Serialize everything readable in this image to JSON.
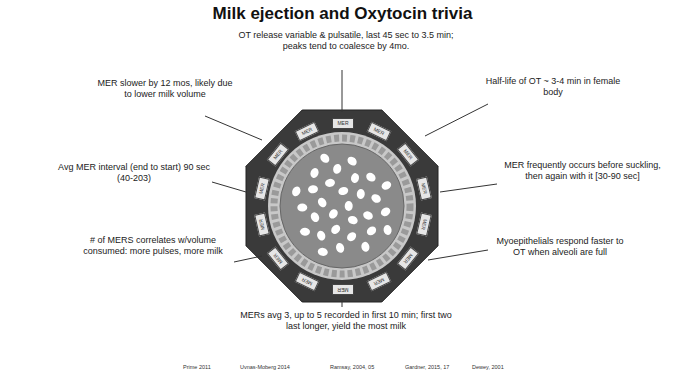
{
  "diagram": {
    "title": "Milk ejection and Oxytocin trivia",
    "labels": [
      "OT release variable & pulsatile, last 45 sec to 3.5 min; peaks tend to coalesce by 4mo.",
      "MER slower by 12 mos, likely due to lower milk volume",
      "Half-life of OT ~ 3-4 min in female body",
      "Avg MER interval (end to start) 90 sec (40-203)",
      "MER frequently occurs before suckling, then again with it [30-90 sec]",
      "# of MERS correlates w/volume consumed: more pulses, more milk",
      "Myoepithelials respond faster to OT when alveoli are full",
      "MERs avg 3, up to 5 recorded in first 10 min; first two last longer, yield the most milk",
      "MER",
      "MER",
      "MER",
      "MER",
      "MER",
      "MER",
      "MER",
      "MER",
      "MER",
      "MER",
      "MER",
      "MER",
      "MER",
      "MER",
      "Prime 2011",
      "Uvnas-Moberg 2014",
      "Ramsay, 2004, 05",
      "Gardner, 2015, 17",
      "Dewey, 2001"
    ]
  }
}
